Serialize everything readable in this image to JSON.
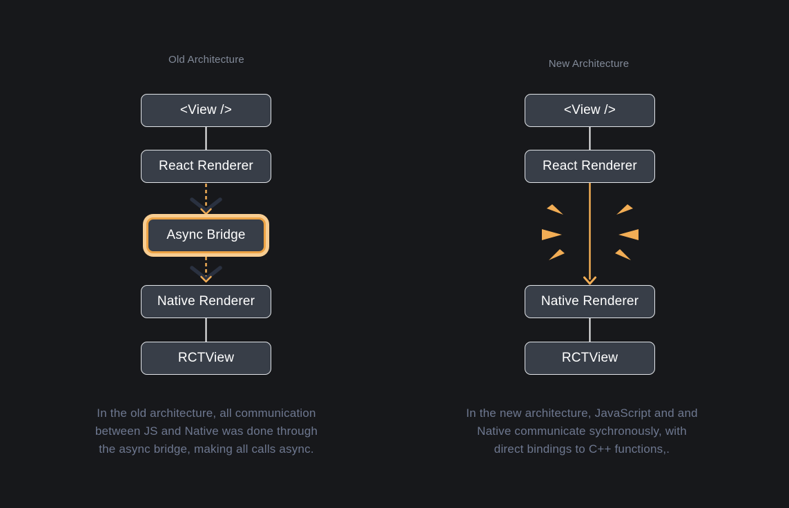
{
  "colors": {
    "bg": "#17181b",
    "node-bg": "#383e48",
    "node-border": "#e3e6ea",
    "node-text": "#ffffff",
    "title": "#828a99",
    "caption": "#6e7890",
    "accent": "#f2ad55",
    "halo": "#f8cd92",
    "bridge-border": "#eda345",
    "chevron-dark": "#2a3140",
    "line": "#f4f5f6"
  },
  "old": {
    "title": "Old Architecture",
    "nodes": {
      "view": "<View />",
      "react": "React Renderer",
      "bridge": "Async Bridge",
      "native": "Native Renderer",
      "rct": "RCTView"
    },
    "caption_lines": [
      "In the old architecture, all communication",
      "between JS and Native was done through",
      "the async bridge, making all calls async."
    ]
  },
  "new": {
    "title": "New Architecture",
    "nodes": {
      "view": "<View />",
      "react": "React Renderer",
      "native": "Native Renderer",
      "rct": "RCTView"
    },
    "caption_lines": [
      "In the new architecture, JavaScript and and",
      "Native communicate sychronously, with",
      "direct bindings to C++ functions,."
    ]
  }
}
